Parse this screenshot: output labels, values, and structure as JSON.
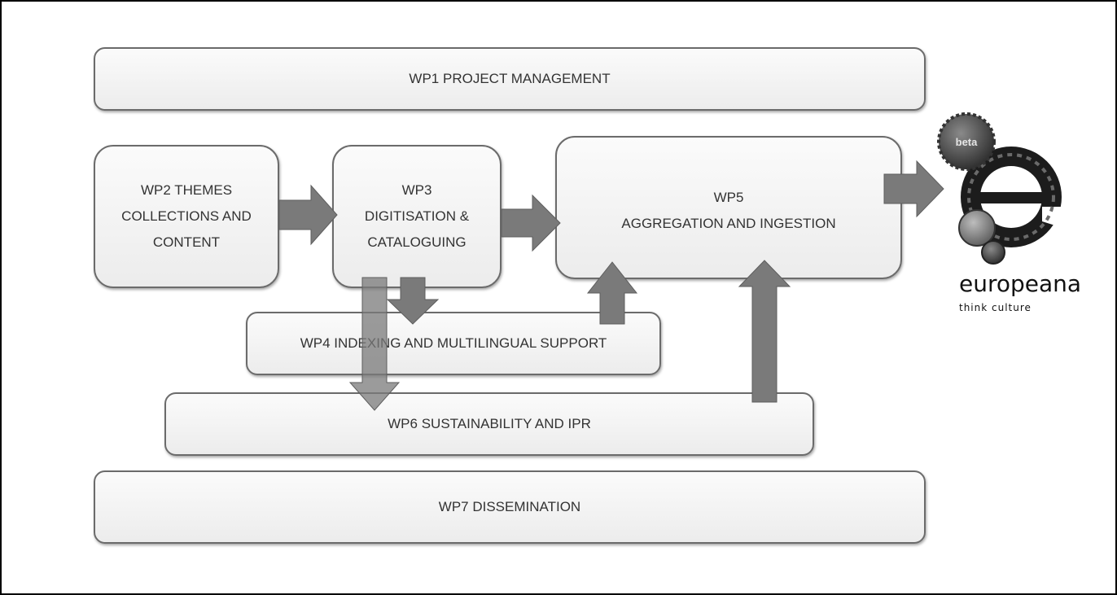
{
  "wp1": {
    "label": "WP1 PROJECT MANAGEMENT"
  },
  "wp2": {
    "lines": [
      "WP2  THEMES",
      "COLLECTIONS AND",
      "CONTENT"
    ]
  },
  "wp3": {
    "lines": [
      "WP3",
      "DIGITISATION &",
      "CATALOGUING"
    ]
  },
  "wp4": {
    "label": "WP4 INDEXING AND MULTILINGUAL SUPPORT"
  },
  "wp5": {
    "lines": [
      "WP5",
      "AGGREGATION AND INGESTION"
    ]
  },
  "wp6": {
    "label": "WP6 SUSTAINABILITY AND IPR"
  },
  "wp7": {
    "label": "WP7 DISSEMINATION"
  },
  "logo": {
    "name": "europeana",
    "tagline": "think culture",
    "badge": "beta"
  },
  "colors": {
    "arrow": "#7a7a7a",
    "box_border": "#6b6b6b",
    "text": "#333333",
    "frame": "#000000"
  }
}
